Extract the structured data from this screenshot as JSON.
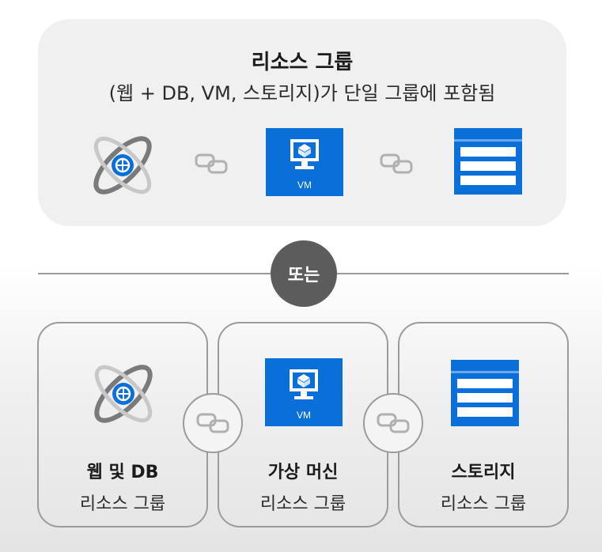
{
  "top_group": {
    "title": "리소스 그룹",
    "subtitle": "(웹 + DB, VM, 스토리지)가 단일 그룹에 포함됨"
  },
  "icons": {
    "web_db": "web-db-orbit-icon",
    "vm": "vm-icon",
    "storage": "storage-icon",
    "link": "link-icon",
    "vm_label": "VM"
  },
  "divider_label": "또는",
  "bottom_groups": [
    {
      "title": "웹 및 DB",
      "subtitle": "리소스 그룹"
    },
    {
      "title": "가상 머신",
      "subtitle": "리소스 그룹"
    },
    {
      "title": "스토리지",
      "subtitle": "리소스 그룹"
    }
  ],
  "colors": {
    "azure_blue": "#0a6fd8",
    "badge_gray": "#5c5c5c",
    "card_border": "#9b9b9b",
    "top_card_bg": "#f0f0f0"
  }
}
